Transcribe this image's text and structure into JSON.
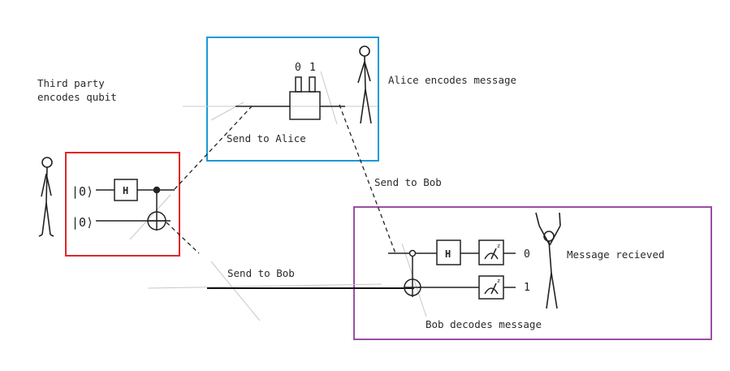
{
  "labels": {
    "third_party_line1": "Third party",
    "third_party_line2": "encodes qubit",
    "alice_encodes": "Alice encodes message",
    "send_to_alice": "Send to Alice",
    "send_to_bob_upper": "Send to Bob",
    "send_to_bob_lower": "Send to Bob",
    "message_received": "Message recieved",
    "bob_decodes": "Bob decodes message"
  },
  "third_party_circuit": {
    "ket_top": "|0⟩",
    "ket_bottom": "|0⟩",
    "hadamard": "H"
  },
  "alice_circuit": {
    "bit_left": "0",
    "bit_right": "1"
  },
  "bob_circuit": {
    "hadamard": "H",
    "measure_label": "z",
    "output_top": "0",
    "output_bottom": "1"
  },
  "colors": {
    "third_party_box": "#e0262b",
    "alice_box": "#1a9ad6",
    "bob_box": "#9b4fa2"
  }
}
